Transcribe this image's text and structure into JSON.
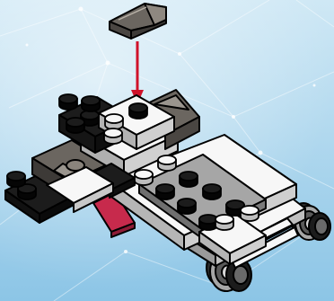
{
  "diagram": {
    "step_type": "lego-assembly-step",
    "parts_added": [
      "transparent-black-slope-brick"
    ],
    "assembly_arrow": {
      "color": "#d0122a",
      "direction": "down"
    },
    "colors": {
      "background_top": "#cfe8f5",
      "background_bottom": "#8cc5e6",
      "brick_white": "#f7f7f7",
      "brick_black": "#1c1c1c",
      "brick_gray": "#a6a6a6",
      "brick_dark_gray": "#5a5a5a",
      "trans_black": "#6b6660",
      "accent_red": "#c72a4c",
      "outline": "#000000"
    }
  }
}
